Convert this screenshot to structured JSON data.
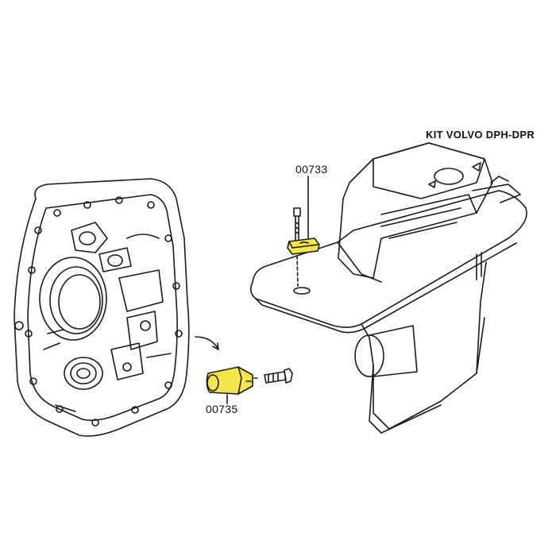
{
  "diagram": {
    "title": "KIT VOLVO DPH-DPR",
    "parts": [
      {
        "code": "00733"
      },
      {
        "code": "00735"
      }
    ],
    "colors": {
      "highlight": "#f2e64b",
      "line": "#1a1a1a",
      "background": "#ffffff"
    }
  }
}
